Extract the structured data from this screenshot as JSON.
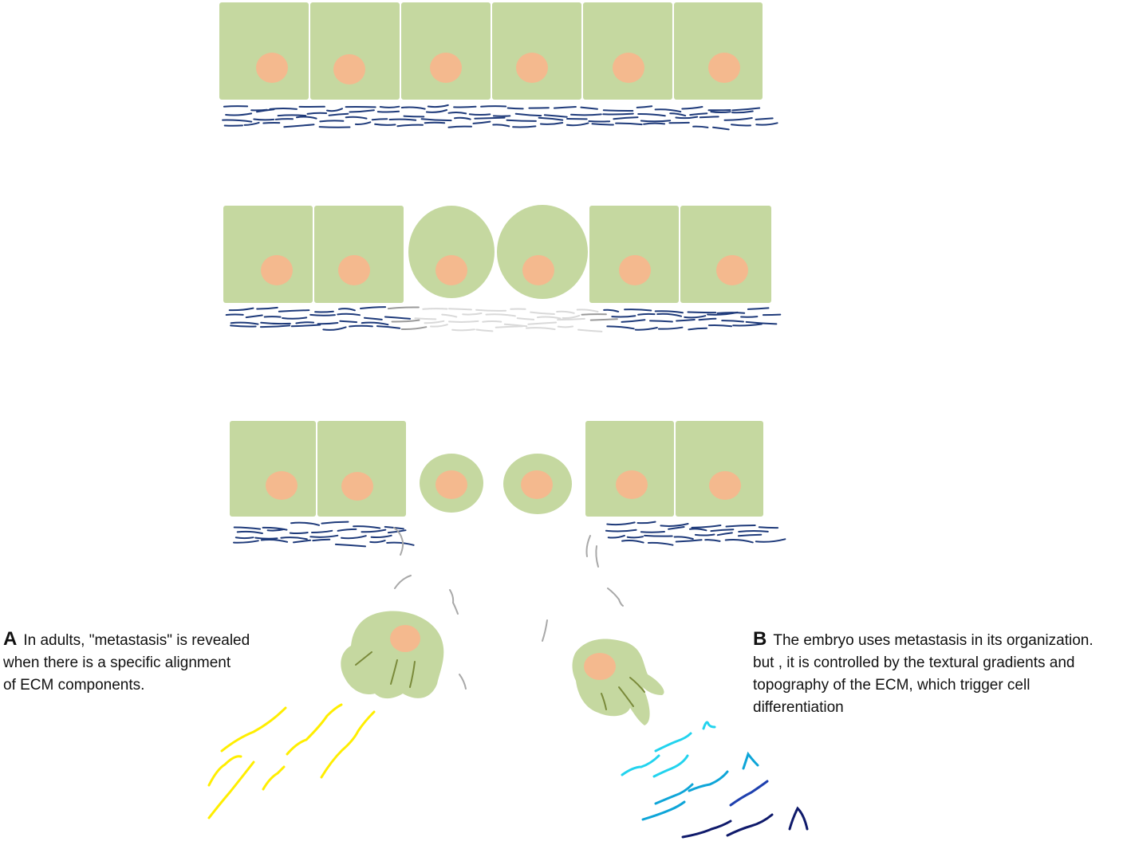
{
  "notes": {
    "a": {
      "letter": "A",
      "lines": [
        "In adults, \"metastasis\" is revealed",
        "when there is a specific alignment",
        "of ECM components."
      ]
    },
    "b": {
      "letter": "B",
      "lines": [
        "The embryo uses metastasis in its organization.",
        "but , it is controlled by the textural gradients and",
        "topography of the ECM, which trigger cell",
        "differentiation"
      ]
    }
  },
  "colors": {
    "cell": "#c5d8a0",
    "nucleus": "#f4b98e",
    "ecm_fiber": "#1e3a7a",
    "degraded_fiber": "#b0b0b0",
    "adult_ecm": "#ffee00",
    "embryo_gradient": [
      "#22d3ee",
      "#0ea5d8",
      "#1e40af",
      "#0f1a6b"
    ]
  }
}
